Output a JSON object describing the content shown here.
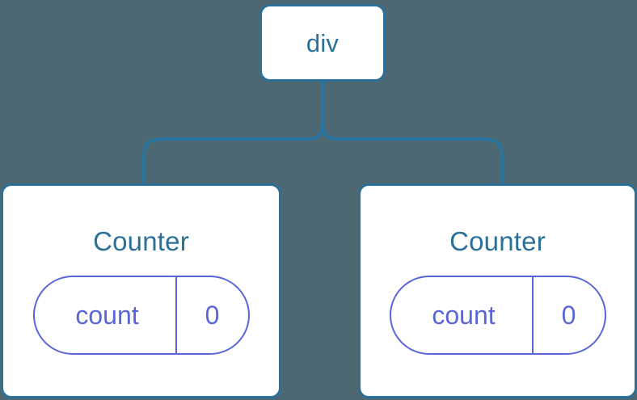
{
  "diagram": {
    "type": "component-tree",
    "background_color": "#4d6873",
    "node_border_color": "#2b7099",
    "node_fill_color": "#ffffff",
    "node_label_color": "#2b7099",
    "connector_color": "#2277a8",
    "state_accent_color": "#5a66d8",
    "root": {
      "label": "div"
    },
    "children": [
      {
        "label": "Counter",
        "state": {
          "key": "count",
          "value": "0"
        }
      },
      {
        "label": "Counter",
        "state": {
          "key": "count",
          "value": "0"
        }
      }
    ]
  }
}
